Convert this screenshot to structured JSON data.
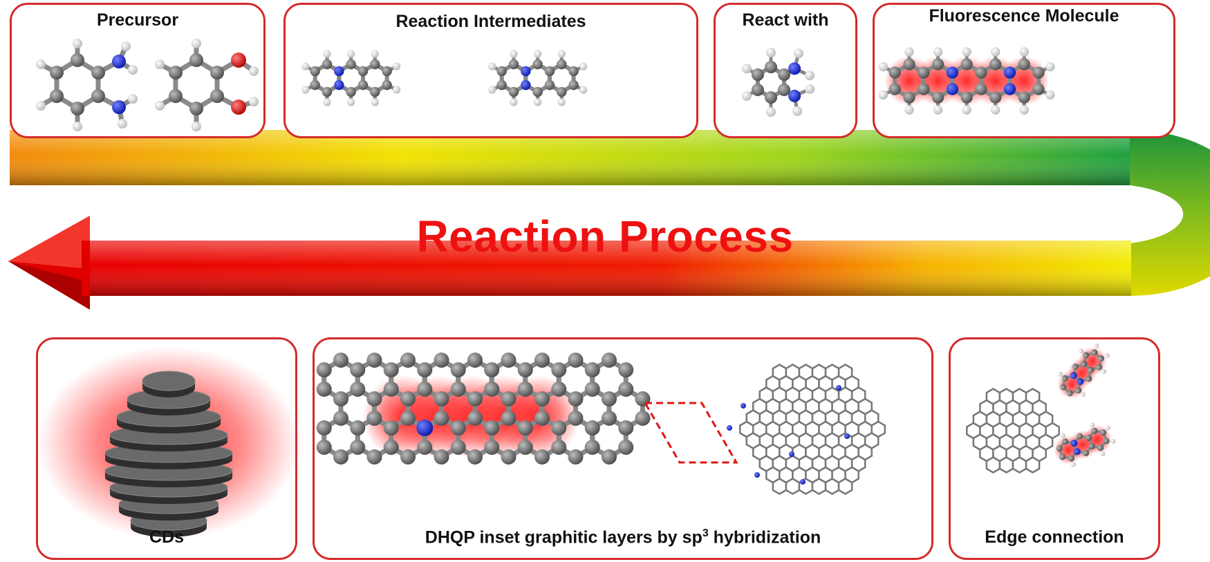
{
  "main_title": "Reaction Process",
  "panels": {
    "precursor": "Precursor",
    "intermediates": "Reaction Intermediates",
    "react_with": "React with",
    "fluorescence": "Fluorescence Molecule",
    "cds": "CDs",
    "dhqp_prefix": "DHQP inset graphitic layers by sp",
    "dhqp_sup": "3",
    "dhqp_suffix": " hybridization",
    "edge": "Edge connection"
  },
  "colors": {
    "panel_border": "#d42a2a",
    "title_red": "#ee1111",
    "carbon": "#6e6e6e",
    "hydrogen": "#f4f4f4",
    "nitrogen": "#1a2fe0",
    "oxygen": "#e01515",
    "glow": "#ff2020"
  },
  "icons": {
    "carbon_atom": "grey-sphere",
    "nitrogen_atom": "blue-sphere",
    "oxygen_atom": "red-sphere",
    "hydrogen_atom": "white-sphere"
  }
}
